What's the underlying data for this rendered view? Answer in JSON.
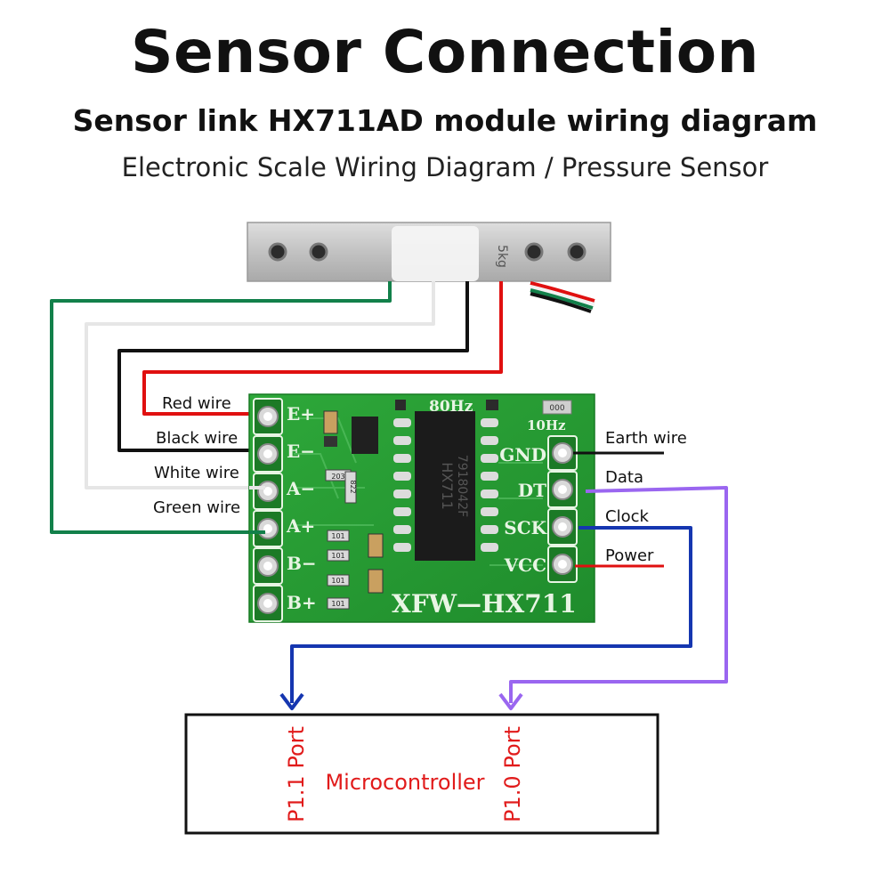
{
  "header": {
    "title": "Sensor Connection",
    "subtitle": "Sensor link HX711AD module wiring diagram",
    "subtitle2": "Electronic Scale Wiring Diagram / Pressure Sensor"
  },
  "load_cell": {
    "rating_label": "5kg"
  },
  "wires_left": [
    {
      "label": "Red wire",
      "color": "#e01010"
    },
    {
      "label": "Black wire",
      "color": "#111111"
    },
    {
      "label": "White wire",
      "color": "#e6e6e6"
    },
    {
      "label": "Green wire",
      "color": "#12804a"
    }
  ],
  "board": {
    "name": "XFW—HX711",
    "top_labels": [
      "80Hz",
      "10Hz"
    ],
    "jumper_code": "000",
    "chip_text": [
      "HX711",
      "7918042F"
    ],
    "resistor_codes": [
      "203",
      "822",
      "101",
      "101",
      "101",
      "101"
    ],
    "left_pins": [
      "E+",
      "E−",
      "A−",
      "A+",
      "B−",
      "B+"
    ],
    "right_pins": [
      "GND",
      "DT",
      "SCK",
      "VCC"
    ]
  },
  "wires_right": [
    {
      "label": "Earth wire",
      "color": "#111111"
    },
    {
      "label": "Data",
      "color": "#9a66f0"
    },
    {
      "label": "Clock",
      "color": "#1536b0"
    },
    {
      "label": "Power",
      "color": "#e01010"
    }
  ],
  "microcontroller": {
    "label": "Microcontroller",
    "port_left": "P1.1 Port",
    "port_right": "P1.0 Port"
  }
}
